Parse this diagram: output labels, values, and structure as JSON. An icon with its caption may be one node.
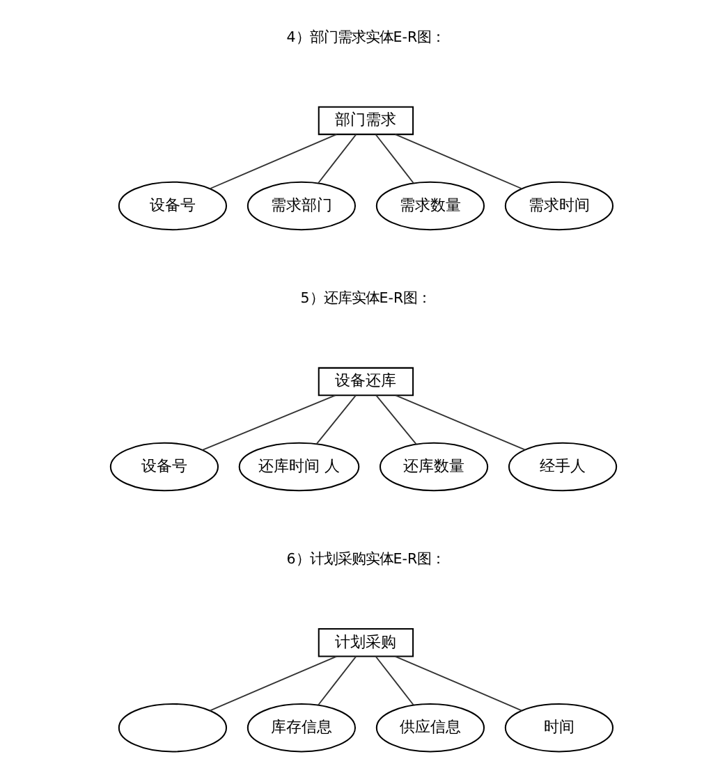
{
  "diagram": {
    "nodes": [
      {
        "text": [
          "部门需求"
        ]
      },
      {
        "text": [
          "设备号"
        ]
      },
      {
        "text": [
          "需求部门"
        ]
      },
      {
        "text": [
          "需求数量"
        ]
      },
      {
        "text": [
          "需求时间"
        ]
      },
      {
        "text": [
          "设备还库"
        ]
      },
      {
        "text": [
          "设备号"
        ]
      },
      {
        "text": [
          "还库时间 人"
        ]
      },
      {
        "text": [
          "还库数量"
        ]
      },
      {
        "text": [
          "经手人"
        ]
      },
      {
        "text": [
          "计划采购"
        ]
      },
      {
        "text": [],
        "shape": "ellipse"
      },
      {
        "text": [
          "库存信息"
        ]
      },
      {
        "text": [
          "供应信息"
        ]
      },
      {
        "text": [
          "时间"
        ]
      }
    ],
    "edges": [
      {
        "from": 0,
        "to": 1,
        "arrow": "none"
      },
      {
        "from": 0,
        "to": 2,
        "arrow": "none"
      },
      {
        "from": 0,
        "to": 3,
        "arrow": "none"
      },
      {
        "from": 0,
        "to": 4,
        "arrow": "none"
      },
      {
        "from": 5,
        "to": 6,
        "arrow": "none"
      },
      {
        "from": 5,
        "to": 7,
        "arrow": "none"
      },
      {
        "from": 5,
        "to": 8,
        "arrow": "none"
      },
      {
        "from": 5,
        "to": 9,
        "arrow": "none"
      },
      {
        "from": 10,
        "to": 11,
        "arrow": "none"
      },
      {
        "from": 10,
        "to": 12,
        "arrow": "none"
      },
      {
        "from": 10,
        "to": 13,
        "arrow": "none"
      },
      {
        "from": 10,
        "to": 14,
        "arrow": "none"
      }
    ],
    "labels": [
      "4）部门需求实体E-R图：",
      "5）还库实体E-R图：",
      "6）计划采购实体E-R图："
    ]
  }
}
